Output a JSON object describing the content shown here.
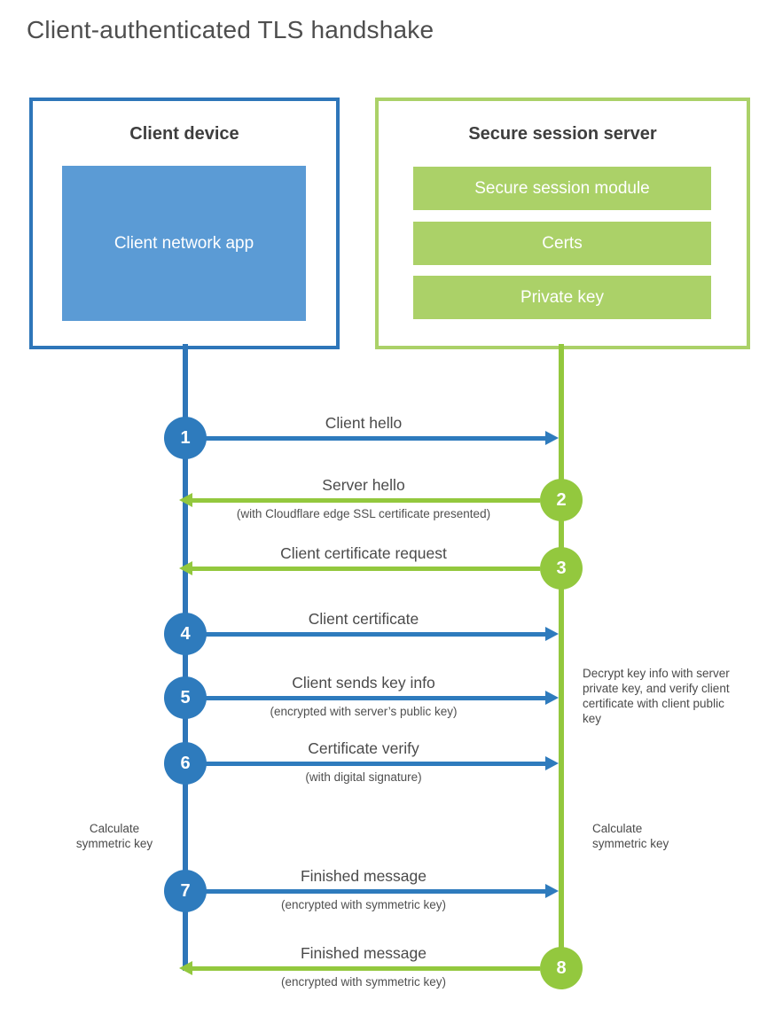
{
  "title": "Client-authenticated TLS handshake",
  "client_box": {
    "title": "Client device",
    "app_label": "Client network app"
  },
  "server_box": {
    "title": "Secure session server",
    "modules": [
      {
        "label": "Secure session module"
      },
      {
        "label": "Certs"
      },
      {
        "label": "Private key"
      }
    ]
  },
  "steps": [
    {
      "num": "1",
      "label": "Client hello",
      "sub": "",
      "direction": "right",
      "actor": "client"
    },
    {
      "num": "2",
      "label": "Server hello",
      "sub": "(with Cloudflare edge SSL certificate presented)",
      "direction": "left",
      "actor": "server"
    },
    {
      "num": "3",
      "label": "Client certificate request",
      "sub": "",
      "direction": "left",
      "actor": "server"
    },
    {
      "num": "4",
      "label": "Client certificate",
      "sub": "",
      "direction": "right",
      "actor": "client"
    },
    {
      "num": "5",
      "label": "Client sends key info",
      "sub": "(encrypted with server’s public key)",
      "direction": "right",
      "actor": "client"
    },
    {
      "num": "6",
      "label": "Certificate verify",
      "sub": "(with digital signature)",
      "direction": "right",
      "actor": "client"
    },
    {
      "num": "7",
      "label": "Finished message",
      "sub": "(encrypted with symmetric key)",
      "direction": "right",
      "actor": "client"
    },
    {
      "num": "8",
      "label": "Finished message",
      "sub": "(encrypted with symmetric key)",
      "direction": "left",
      "actor": "server"
    }
  ],
  "notes": {
    "decrypt_note": "Decrypt key info with server private key, and verify client certificate with client public key",
    "calculate_left": "Calculate symmetric key",
    "calculate_right": "Calculate symmetric key"
  },
  "colors": {
    "client_blue": "#2e76b9",
    "client_blue_fill": "#5b9bd5",
    "server_green": "#93c83e",
    "server_green_light": "#abd168",
    "text_dark": "#4a4a4a"
  }
}
